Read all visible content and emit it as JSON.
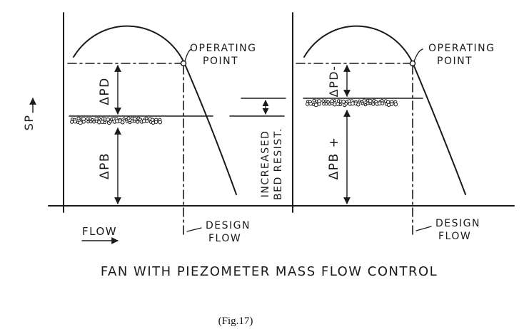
{
  "axes": {
    "y_label": "SP",
    "x_label": "FLOW"
  },
  "left_panel": {
    "operating_point": [
      "OPERATING",
      "POINT"
    ],
    "delta_pd": "ΔPD",
    "delta_pb": "ΔPB",
    "design_flow": [
      "DESIGN",
      "FLOW"
    ]
  },
  "middle_annotation": [
    "INCREASED",
    "BED RESIST."
  ],
  "right_panel": {
    "operating_point": [
      "OPERATING",
      "POINT"
    ],
    "delta_pd": "ΔPD-",
    "delta_pb": "ΔPB +",
    "design_flow": [
      "DESIGN",
      "FLOW"
    ]
  },
  "title": "FAN WITH PIEZOMETER MASS FLOW CONTROL",
  "figure_caption": "(Fig.17)",
  "colors": {
    "ink": "#1a1a1a",
    "background": "#ffffff"
  }
}
